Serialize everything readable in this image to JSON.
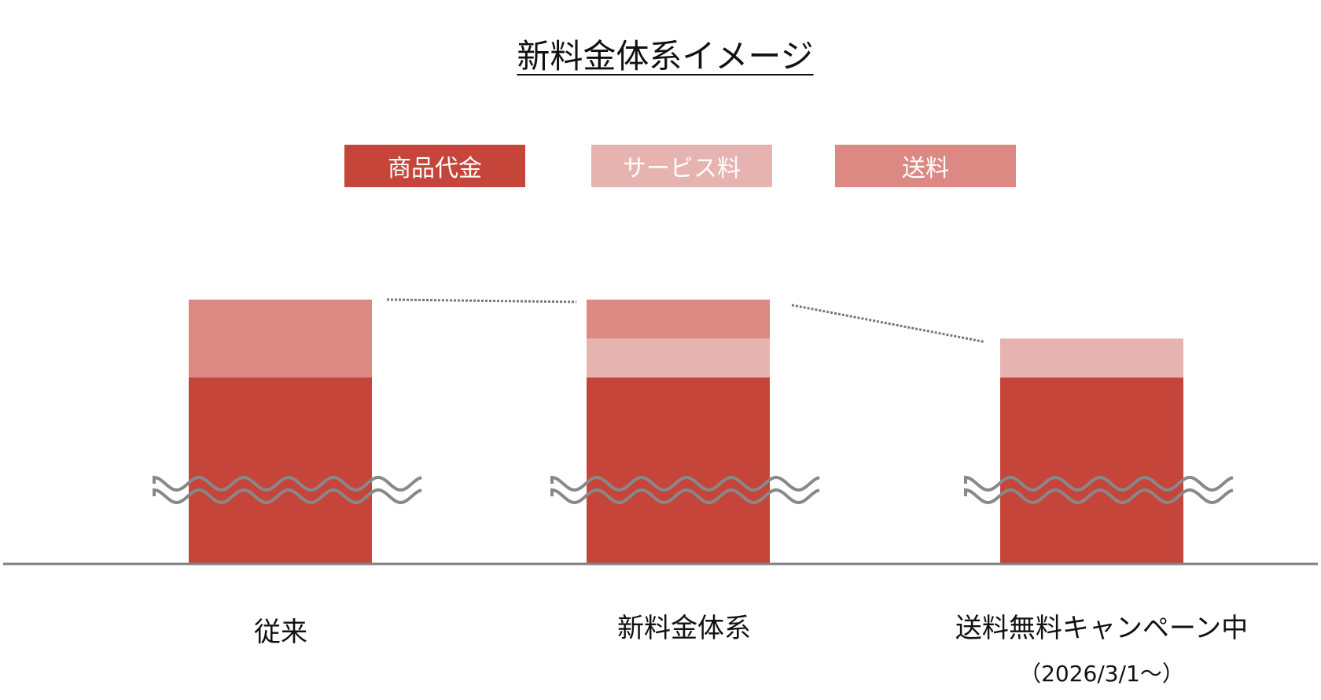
{
  "chart_data": {
    "type": "bar",
    "stacked": true,
    "title": "新料金体系イメージ",
    "categories": [
      "従来",
      "新料金体系",
      "送料無料キャンペーン中"
    ],
    "category_note": "（2026/3/1～）",
    "axis_break": true,
    "series": [
      {
        "name": "商品代金",
        "color": "#C5453B",
        "values": [
          100,
          100,
          100
        ]
      },
      {
        "name": "サービス料",
        "color": "#E6B3B0",
        "values": [
          0,
          21,
          21
        ]
      },
      {
        "name": "送料",
        "color": "#DC8984",
        "values": [
          42,
          21,
          0
        ]
      }
    ],
    "legend_position": "top",
    "grid": false,
    "ylim": [
      0,
      142
    ]
  }
}
